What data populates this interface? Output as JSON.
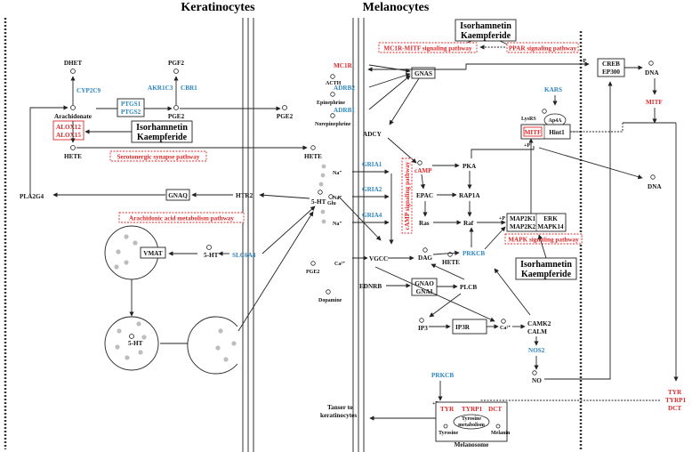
{
  "headers": {
    "keratinocytes": "Keratinocytes",
    "melanocytes": "Melanocytes"
  },
  "compounds": {
    "line1": "Isorhamnetin",
    "line2": "Kaempferide"
  },
  "pathways": {
    "mc1r_mitf": "MC1R-MITF signaling pathway",
    "ppar": "PPAR signaling pathway",
    "serotonergic": "Serotonergic synapse pathway",
    "arachidonic": "Arachidonic acid metabolism pathway",
    "camp": "cAMP signaling pathway",
    "mapk": "MAPK signaling pathway"
  },
  "kera": {
    "dhet": "DHET",
    "cyp2c9": "CYP2C9",
    "pgf2": "PGF2",
    "akr1c3": "AKR1C3",
    "cbr1": "CBR1",
    "arachidonate": "Arachidonate",
    "ptgs1": "PTGS1",
    "ptgs2": "PTGS2",
    "pge2": "PGE2",
    "pge2_right": "PGE2",
    "alox12": "ALOX12",
    "alox15": "ALOX15",
    "hete": "HETE",
    "pla2g4": "PLA2G4",
    "gnaq": "GNAQ",
    "htr2": "HTR2",
    "vmat": "VMAT",
    "ht5": "5-HT",
    "slc6a4": "SLC6A4",
    "ht5_lower": "5-HT"
  },
  "mid": {
    "acth": "ACTH",
    "epinephrine": "Epinephrine",
    "norepinephrine": "Norepinephrine",
    "hete": "HETE",
    "ht5": "5-HT",
    "glu": "Glu",
    "pge2": "PGE2",
    "dopamine": "Dopamine"
  },
  "mel": {
    "mc1r": "MC1R",
    "adrb2": "ADRB2",
    "adrb1": "ADRB1",
    "gnas": "GNAS",
    "adcy": "ADCY",
    "gria1": "GRIA1",
    "gria2": "GRIA2",
    "gria4": "GRIA4",
    "na1": "Na⁺",
    "na2": "Na⁺",
    "na3": "Na⁺",
    "ca1": "Ca²⁺",
    "vgcc": "VGCC",
    "camp": "cAMP",
    "pka": "PKA",
    "epac": "EPAC",
    "rap1a": "RAP1A",
    "ras": "Ras",
    "raf": "Raf",
    "map2k1": "MAP2K1",
    "map2k2": "MAP2K2",
    "erk": "ERK",
    "mapk14": "MAPK14",
    "dag": "DAG",
    "hete": "HETE",
    "prkcb": "PRKCB",
    "ednrb": "EDNRB",
    "gnao": "GNAO",
    "gnai": "GNAI",
    "plcb": "PLCB",
    "ip3": "IP3",
    "ip3r": "IP3R",
    "ca2": "Ca²⁺",
    "camk2": "CAMK2",
    "calm": "CALM",
    "nos2": "NOS2",
    "no": "NO",
    "creb": "CREB",
    "ep300": "EP300",
    "dna1": "DNA",
    "mitf_right": "MITF",
    "kars": "KARS",
    "lysrs": "LysRS",
    "ap4a": "Ap4A",
    "mitf_box": "MITF",
    "hint1": "Hint1",
    "dna2": "DNA",
    "prkcb2": "PRKCB",
    "tyr": "TYR",
    "tyrp1": "TYRP1",
    "dct": "DCT",
    "tyrosine_metabolism_1": "Tyrosine",
    "tyrosine_metabolism_2": "metabolism",
    "tyrosine": "Tyrosine",
    "melanin": "Melanin",
    "melanosome": "Melanosome",
    "transfer_1": "Tanser to",
    "transfer_2": "keratinocytes",
    "tyr_r": "TYR",
    "tyrp1_r": "TYRP1",
    "dct_r": "DCT",
    "plus_p1": "+P",
    "plus_p2": "+P",
    "plus_p3": "+P",
    "plus_p4": "+P"
  },
  "colors": {
    "red": "#e0282a",
    "blue": "#2e86c1",
    "black": "#111111",
    "gray": "#bdbdbd"
  }
}
